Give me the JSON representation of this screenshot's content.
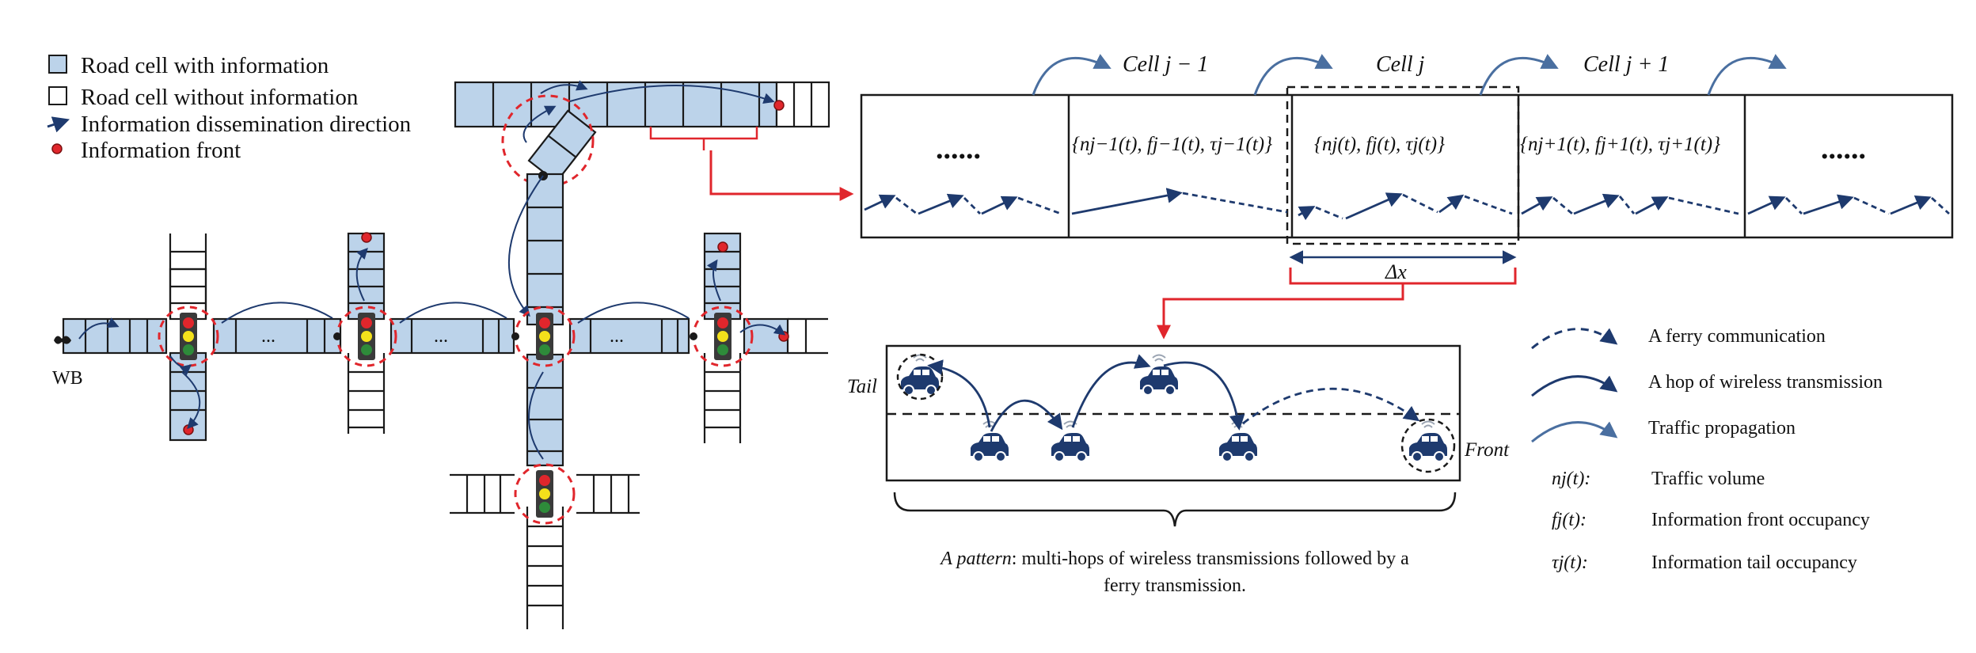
{
  "legend_left": {
    "items": [
      {
        "icon": "filled-square-icon",
        "label": "Road cell with information"
      },
      {
        "icon": "empty-square-icon",
        "label": "Road cell without information"
      },
      {
        "icon": "arrow-icon",
        "label": "Information dissemination direction"
      },
      {
        "icon": "red-dot-icon",
        "label": "Information front"
      }
    ]
  },
  "road_network": {
    "wb_label": "WB",
    "ellipsis": "..."
  },
  "cells_strip": {
    "headers": [
      "Cell j − 1",
      "Cell j",
      "Cell j + 1"
    ],
    "cell_texts": [
      "......",
      "{nj−1(t), fj−1(t), τj−1(t)}",
      "{nj(t), fj(t), τj(t)}",
      "{nj+1(t), fj+1(t), τj+1(t)}",
      "......"
    ],
    "delta_label": "Δx"
  },
  "pattern_box": {
    "tail_label": "Tail",
    "front_label": "Front",
    "caption_italic": "A pattern",
    "caption_line1": ": multi-hops of wireless transmissions followed by a",
    "caption_line2": "ferry transmission."
  },
  "legend_right": {
    "items": [
      {
        "icon": "dashed-arrow-icon",
        "label": "A ferry communication"
      },
      {
        "icon": "solid-arrow-icon",
        "label": "A hop of wireless transmission"
      },
      {
        "icon": "light-arrow-icon",
        "label": "Traffic propagation"
      }
    ],
    "definitions": [
      {
        "symbol": "nj(t):",
        "text": "Traffic volume"
      },
      {
        "symbol": "fj(t):",
        "text": "Information front occupancy"
      },
      {
        "symbol": "τj(t):",
        "text": "Information tail occupancy"
      }
    ]
  },
  "colors": {
    "cell_fill": "#bcd3ea",
    "navy": "#1e3a6e",
    "red": "#e0262c"
  }
}
